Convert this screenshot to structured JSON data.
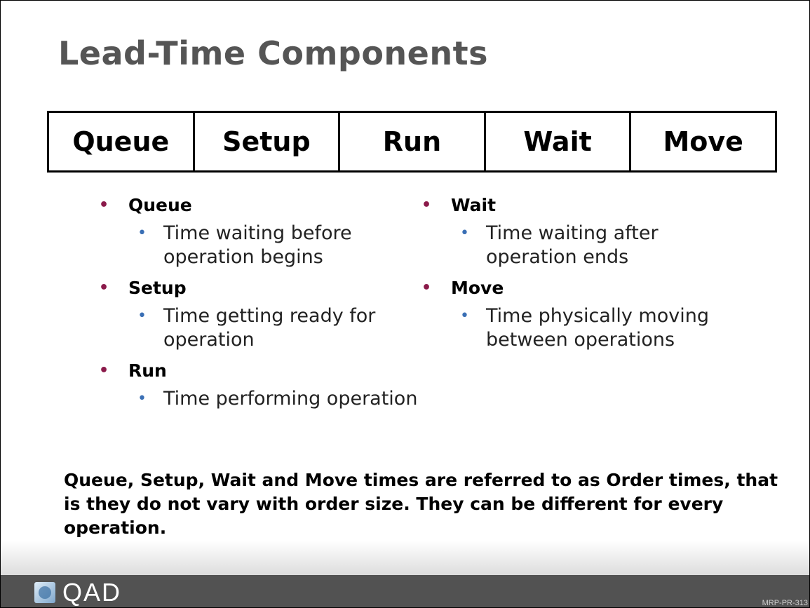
{
  "title": "Lead-Time Components",
  "timeline": [
    "Queue",
    "Setup",
    "Run",
    "Wait",
    "Move"
  ],
  "left_items": [
    {
      "term": "Queue",
      "desc": "Time waiting before operation begins"
    },
    {
      "term": "Setup",
      "desc": "Time getting ready for operation"
    },
    {
      "term": "Run",
      "desc": "Time performing operation"
    }
  ],
  "right_items": [
    {
      "term": "Wait",
      "desc": "Time waiting after operation ends"
    },
    {
      "term": "Move",
      "desc": "Time physically moving between operations"
    }
  ],
  "note": "Queue, Setup, Wait and Move times are referred to as Order times, that is they do not vary with order size. They can be different for every operation.",
  "footer": {
    "logo_text": "QAD",
    "slide_code": "MRP-PR-313"
  },
  "colors": {
    "bullet_primary": "#8b1a4a",
    "bullet_secondary": "#3a6fb5",
    "footer_bg": "#525252"
  }
}
